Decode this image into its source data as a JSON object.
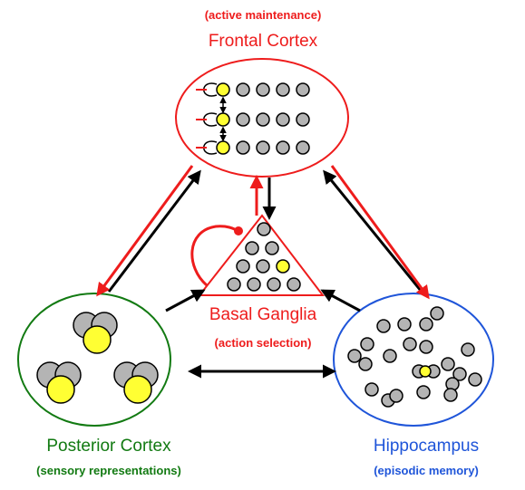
{
  "regions": {
    "frontal": {
      "name": "Frontal Cortex",
      "role": "(active maintenance)",
      "color": "#ee1c1c"
    },
    "basal": {
      "name": "Basal Ganglia",
      "role": "(action selection)",
      "color": "#ee1c1c"
    },
    "posterior": {
      "name": "Posterior Cortex",
      "role": "(sensory representations)",
      "color": "#127a12"
    },
    "hippocampus": {
      "name": "Hippocampus",
      "role": "(episodic memory)",
      "color": "#1f55d9"
    }
  },
  "colors": {
    "unit_gray": "#b4b4b4",
    "unit_active": "#ffff33",
    "arrow_black": "#000000",
    "arrow_red": "#ee1c1c"
  }
}
